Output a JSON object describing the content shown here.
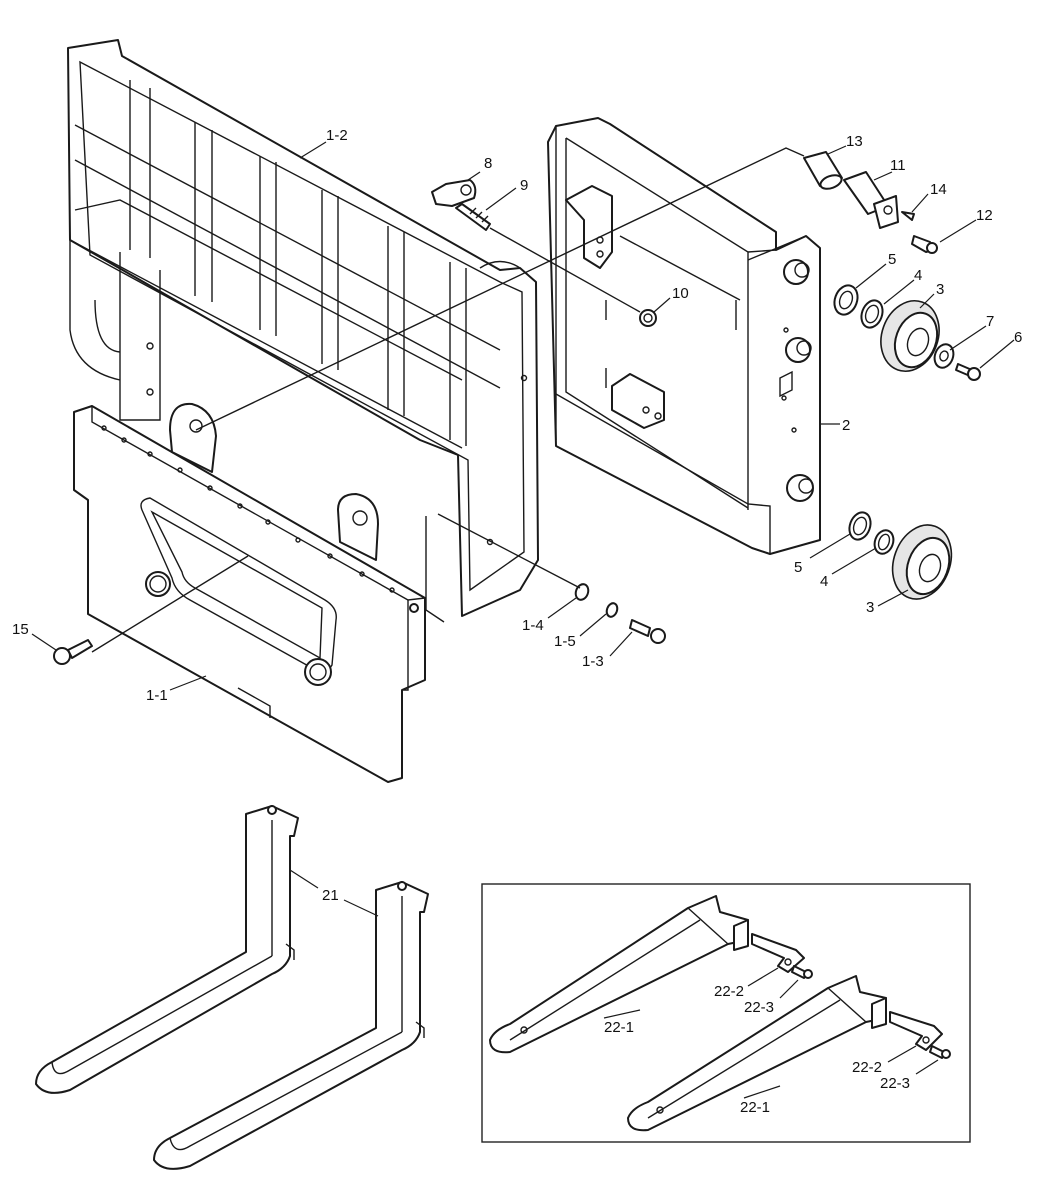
{
  "callouts": {
    "c_1_2": "1-2",
    "c_8": "8",
    "c_9": "9",
    "c_13": "13",
    "c_11": "11",
    "c_14": "14",
    "c_12": "12",
    "c_10": "10",
    "c_5a": "5",
    "c_4a": "4",
    "c_3a": "3",
    "c_7": "7",
    "c_6": "6",
    "c_2": "2",
    "c_5b": "5",
    "c_4b": "4",
    "c_3b": "3",
    "c_15": "15",
    "c_1_1": "1-1",
    "c_1_4": "1-4",
    "c_1_5": "1-5",
    "c_1_3": "1-3",
    "c_21": "21",
    "c_22_2a": "22-2",
    "c_22_3a": "22-3",
    "c_22_1a": "22-1",
    "c_22_2b": "22-2",
    "c_22_3b": "22-3",
    "c_22_1b": "22-1"
  }
}
